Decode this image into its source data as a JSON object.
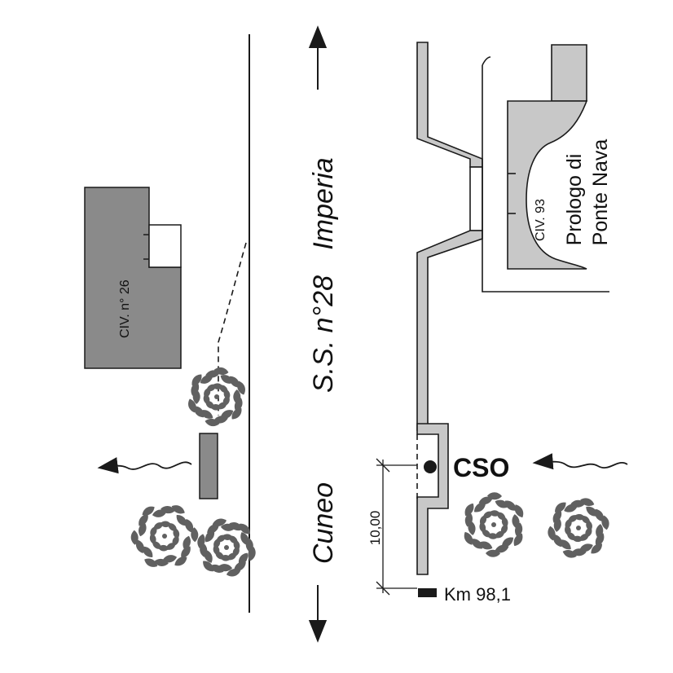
{
  "labels": {
    "road_name": "S.S. n°28",
    "direction_north": "Imperia",
    "direction_south": "Cuneo",
    "civ_left": "CIV. n° 26",
    "civ_right": "CIV. 93",
    "building_name_line1": "Prologo di",
    "building_name_line2": "Ponte Nava",
    "cso": "CSO",
    "km_marker": "Km 98,1",
    "distance": "10,00"
  },
  "colors": {
    "building_fill": "#c8c8c8",
    "building_fill_dark": "#8a8a8a",
    "line": "#1a1a1a",
    "tree": "#606060"
  }
}
